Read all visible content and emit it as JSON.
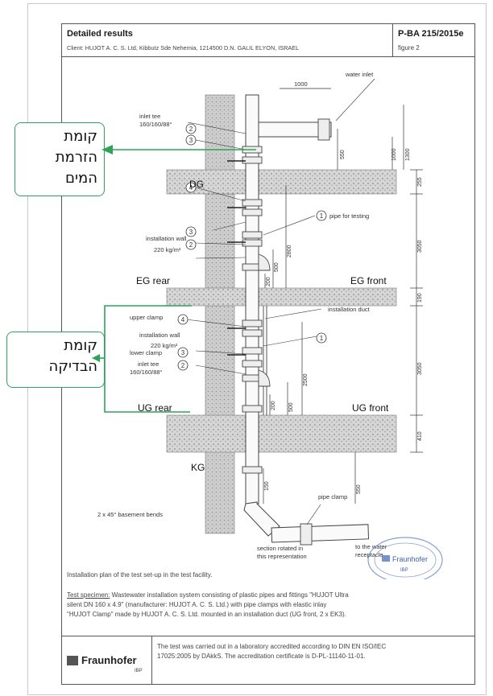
{
  "header": {
    "title": "Detailed results",
    "client": "Client: HUJOT A. C. S. Ltd, Kibbutz Sde Nehemia, 1214500 D.N. GALIL ELYON, ISRAEL",
    "report_no": "P-BA 215/2015e",
    "figure": "figure 2"
  },
  "drawing": {
    "water_inlet": "water inlet",
    "inlet_tee_top_1": "inlet tee",
    "inlet_tee_top_2": "160/160/88°",
    "dim_1000_h": "1000",
    "dim_1000_v": "1000",
    "dim_1300": "1300",
    "dim_550_top": "550",
    "dg": "DG",
    "dim_255": "255",
    "installation_wall_top": "installation wall",
    "kg_m2_top": "220 kg/m²",
    "pipe_for_testing": "pipe for testing",
    "dim_3050_top": "3050",
    "dim_2800": "2800",
    "dim_500_top": "500",
    "dim_200_top": "200",
    "eg_rear": "EG rear",
    "eg_front": "EG front",
    "dim_190": "190",
    "upper_clamp": "upper clamp",
    "installation_duct": "installation duct",
    "installation_wall_bottom": "installation wall",
    "kg_m2_bottom": "220 kg/m²",
    "lower_clamp": "lower clamp",
    "inlet_tee_bottom_1": "inlet tee",
    "inlet_tee_bottom_2": "160/160/88°",
    "dim_3050_bottom": "3050",
    "dim_2500": "2500",
    "dim_500_bottom": "500",
    "dim_200_bottom": "200",
    "ug_rear": "UG rear",
    "ug_front": "UG front",
    "dim_410": "410",
    "kg": "KG",
    "dim_150": "150",
    "pipe_clamp": "pipe clamp",
    "dim_550_bottom": "550",
    "basement_bends": "2 x 45° basement bends",
    "section_rotated_1": "section rotated in",
    "section_rotated_2": "this representation",
    "to_water_1": "to the water",
    "to_water_2": "receptacle",
    "num1": "1",
    "num2": "2",
    "num3": "3",
    "num4": "4"
  },
  "stamp": {
    "text": "Fraunhofer",
    "sub": "IBP"
  },
  "caption": "Installation plan of the test set-up in the test facility.",
  "test_specimen": {
    "label": "Test specimen:",
    "line1": "Wastewater installation system consisting of plastic pipes and fittings \"HUJOT Ultra",
    "line2": "silent DN 160 x 4.9\" (manufacturer: HUJOT A. C. S. Ltd.) with pipe clamps with elastic inlay",
    "line3": "\"HUJOT Clamp\" made by HUJOT A. C. S. Ltd. mounted in an installation duct (UG front, 2 x EK3)."
  },
  "footer": {
    "logo": "Fraunhofer",
    "logo_sub": "IBP",
    "text1": "The test was carried out in a laboratory accredited according to DIN EN ISO/IEC",
    "text2": "17025:2005 by DAkkS. The accreditation certificate is D-PL-11140-11-01."
  },
  "annotations": {
    "upper_box": [
      "קומת",
      "הזרמת",
      "המים"
    ],
    "lower_box": [
      "קומת",
      "הבדיקה"
    ]
  }
}
